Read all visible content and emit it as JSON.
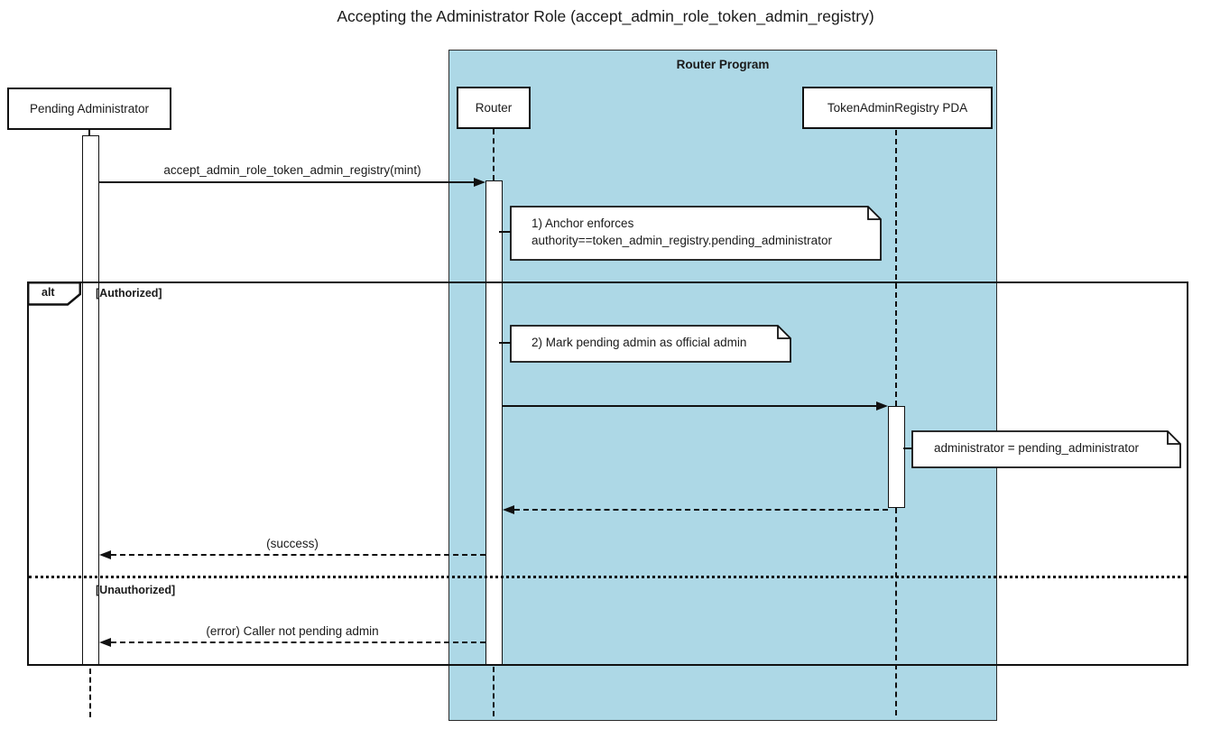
{
  "title": "Accepting the Administrator Role (accept_admin_role_token_admin_registry)",
  "boundary": {
    "label": "Router Program",
    "fill": "#ADD8E6"
  },
  "participants": [
    {
      "id": "pending-administrator",
      "label": "Pending Administrator"
    },
    {
      "id": "router",
      "label": "Router"
    },
    {
      "id": "token-admin-registry-pda",
      "label": "TokenAdminRegistry PDA"
    }
  ],
  "messages": [
    {
      "from": "pending-administrator",
      "to": "router",
      "style": "solid",
      "label": "accept_admin_role_token_admin_registry(mint)"
    },
    {
      "from": "router",
      "to": "token-admin-registry-pda",
      "style": "solid",
      "label": ""
    },
    {
      "from": "token-admin-registry-pda",
      "to": "router",
      "style": "dashed-return",
      "label": ""
    },
    {
      "from": "router",
      "to": "pending-administrator",
      "style": "dashed-return",
      "label": "(success)"
    },
    {
      "from": "router",
      "to": "pending-administrator",
      "style": "dashed-return",
      "label": "(error) Caller not pending admin"
    }
  ],
  "notes": [
    {
      "attached_to": "router",
      "line1": "1) Anchor enforces",
      "line2": "authority==token_admin_registry.pending_administrator"
    },
    {
      "attached_to": "router",
      "line1": "2) Mark pending admin as official admin"
    },
    {
      "attached_to": "token-admin-registry-pda",
      "line1": "administrator = pending_administrator"
    }
  ],
  "alt_frame": {
    "operator": "alt",
    "guards": [
      "[Authorized]",
      "[Unauthorized]"
    ]
  },
  "colors": {
    "boundary_fill": "#ADD8E6",
    "line": "#111111",
    "background": "#ffffff"
  }
}
